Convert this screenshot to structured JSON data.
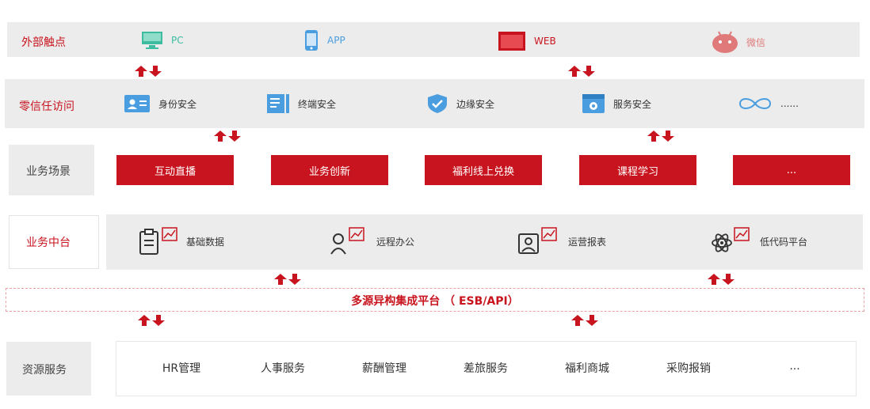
{
  "rows": {
    "external": {
      "label": "外部触点",
      "items": [
        {
          "icon": "monitor-icon",
          "label": "PC"
        },
        {
          "icon": "phone-icon",
          "label": "APP"
        },
        {
          "icon": "browser-window-icon",
          "label": "WEB"
        },
        {
          "icon": "wechat-icon",
          "label": "微信"
        }
      ]
    },
    "zerotrust": {
      "label": "零信任访问",
      "items": [
        {
          "icon": "id-card-icon",
          "label": "身份安全"
        },
        {
          "icon": "document-list-icon",
          "label": "终端安全"
        },
        {
          "icon": "shield-check-icon",
          "label": "边缘安全"
        },
        {
          "icon": "service-window-icon",
          "label": "服务安全"
        },
        {
          "icon": "infinity-icon",
          "label": "......"
        }
      ]
    },
    "scenarios": {
      "label": "业务场景",
      "buttons": [
        "互动直播",
        "业务创新",
        "福利线上兑换",
        "课程学习",
        "..."
      ]
    },
    "middle": {
      "label": "业务中台",
      "items": [
        {
          "icon": "clipboard-icon",
          "label": "基础数据"
        },
        {
          "icon": "person-icon",
          "label": "远程办公"
        },
        {
          "icon": "user-card-icon",
          "label": "运营报表"
        },
        {
          "icon": "atom-icon",
          "label": "低代码平台"
        }
      ]
    },
    "integration": {
      "label": "多源异构集成平台 （ ESB/API）"
    },
    "resources": {
      "label": "资源服务",
      "items": [
        "HR管理",
        "人事服务",
        "薪酬管理",
        "差旅服务",
        "福利商城",
        "采购报销",
        "..."
      ]
    }
  },
  "colors": {
    "accent": "#c8141e",
    "band": "#ececec",
    "teal": "#3dbca0",
    "blue": "#4a9ee0"
  }
}
